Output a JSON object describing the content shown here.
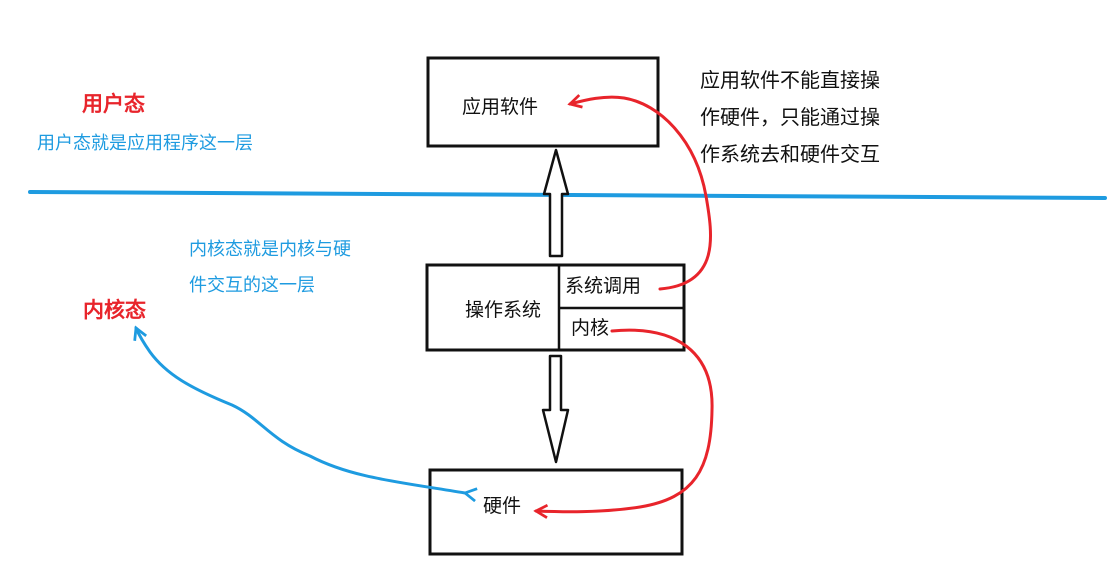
{
  "user_mode": {
    "title": "用户态",
    "description": "用户态就是应用程序这一层"
  },
  "kernel_mode": {
    "title": "内核态",
    "description_lines": [
      "内核态就是内核与硬",
      "件交互的这一层"
    ]
  },
  "boxes": {
    "application": "应用软件",
    "os": "操作系统",
    "syscall": "系统调用",
    "kernel": "内核",
    "hardware": "硬件"
  },
  "note_lines": [
    "应用软件不能直接操",
    "作硬件，只能通过操",
    "作系统去和硬件交互"
  ],
  "colors": {
    "user_mode_title": "#e8242b",
    "kernel_mode_title": "#e8242b",
    "description": "#1e9be0",
    "divider_line": "#1e9be0",
    "red_arrow": "#e8242b",
    "blue_arrow": "#1e9be0",
    "box_border": "#111111"
  }
}
